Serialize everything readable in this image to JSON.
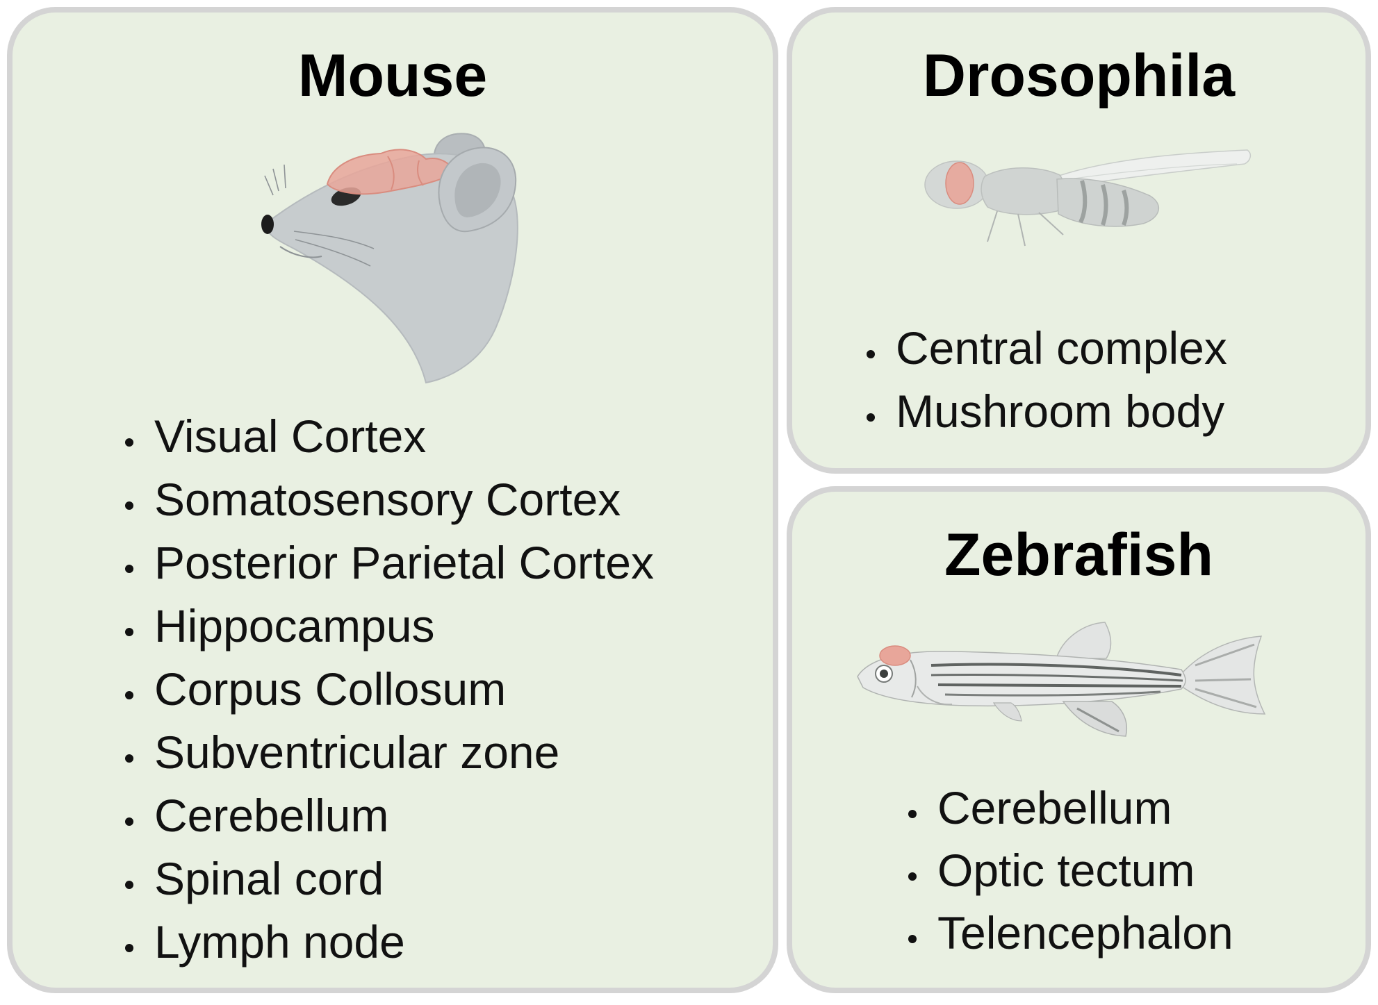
{
  "panels": {
    "mouse": {
      "title": "Mouse",
      "regions": [
        "Visual Cortex",
        "Somatosensory Cortex",
        "Posterior Parietal Cortex",
        "Hippocampus",
        "Corpus Collosum",
        "Subventricular zone",
        "Cerebellum",
        "Spinal cord",
        "Lymph node"
      ]
    },
    "drosophila": {
      "title": "Drosophila",
      "regions": [
        "Central complex",
        "Mushroom body"
      ]
    },
    "zebrafish": {
      "title": "Zebrafish",
      "regions": [
        "Cerebellum",
        "Optic tectum",
        "Telencephalon"
      ]
    }
  },
  "colors": {
    "panel_background": "#e9f0e2",
    "panel_border": "#d4d4d4",
    "brain_highlight": "#e8a69a",
    "animal_gray": "#c7ccce"
  },
  "icons": {
    "mouse": "mouse-head-with-brain-icon",
    "drosophila": "fruit-fly-with-brain-icon",
    "zebrafish": "zebrafish-with-brain-icon"
  }
}
